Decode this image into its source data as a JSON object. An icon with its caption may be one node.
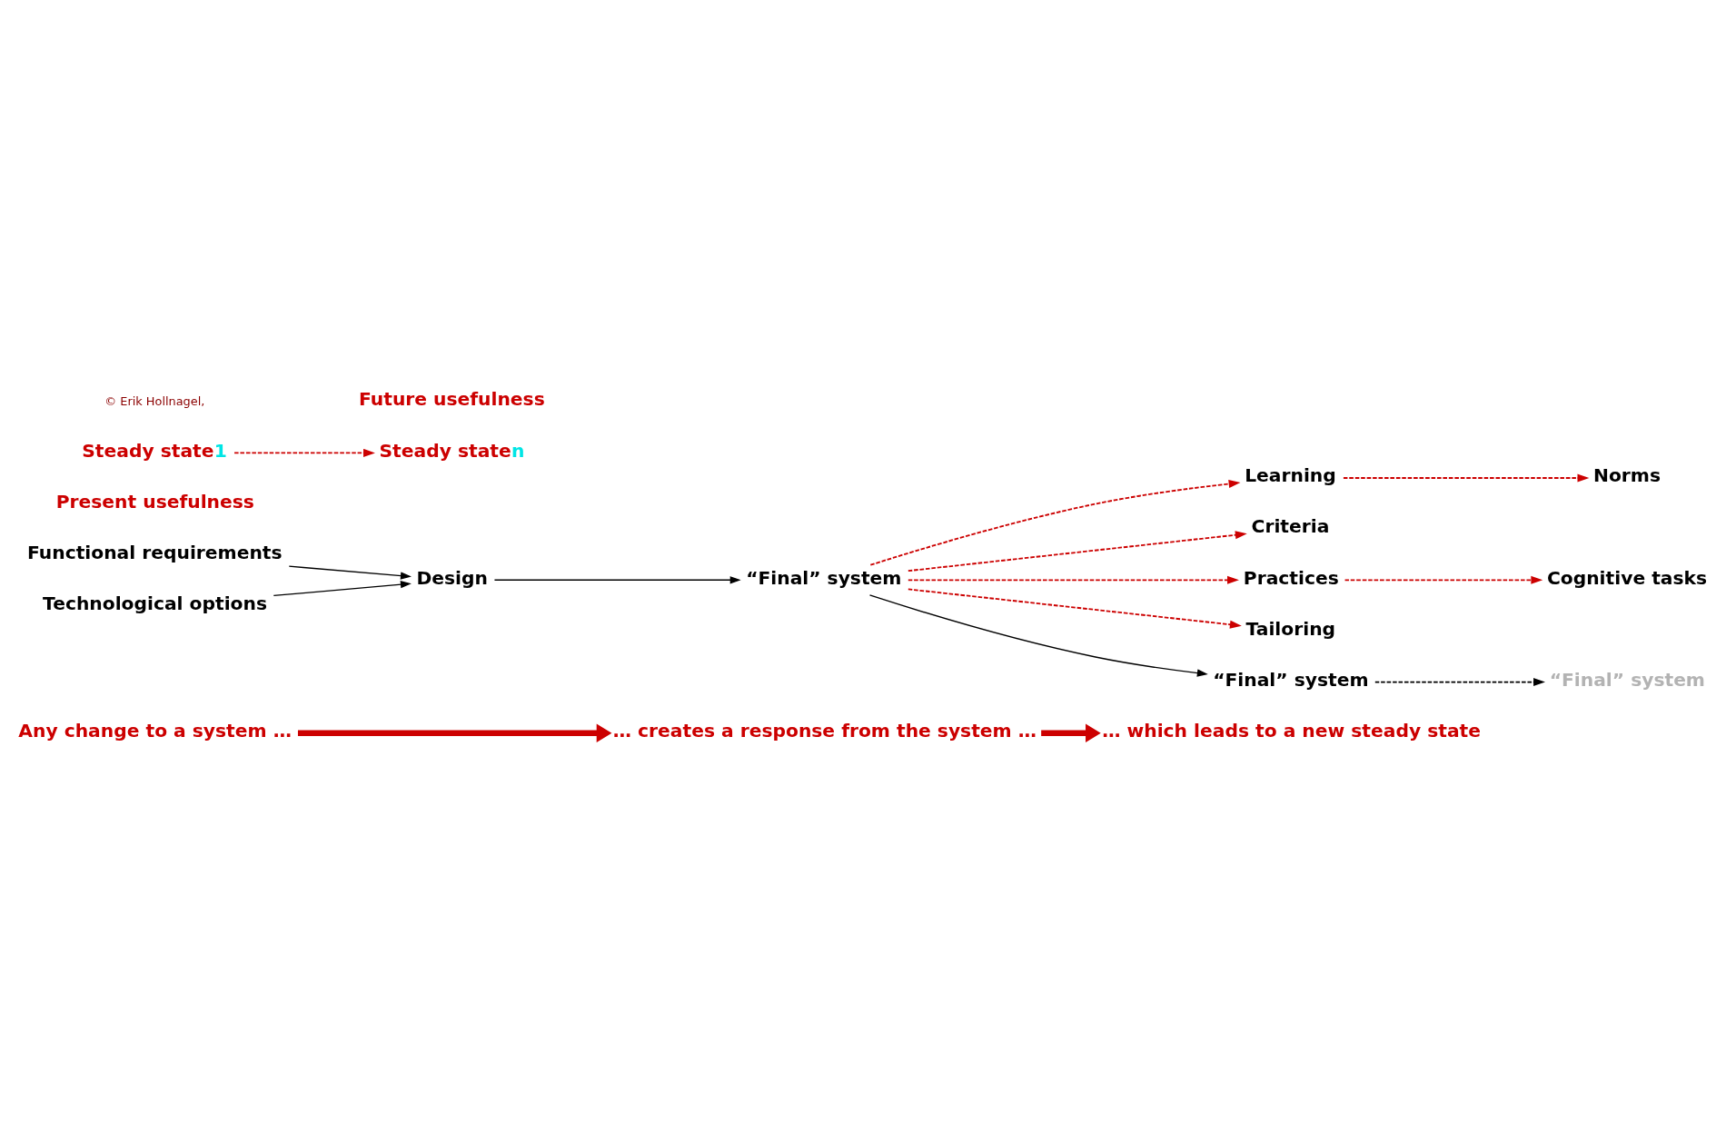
{
  "diagram": {
    "nodes": [
      {
        "text": [
          "Any change to a system …"
        ]
      },
      {
        "text": [
          "… creates a response from the system …"
        ]
      },
      {
        "text": [
          "… which leads to a new steady state"
        ]
      },
      {
        "text": [
          "Functional requirements"
        ]
      },
      {
        "text": [
          "Technological options"
        ]
      },
      {
        "text": [
          "Design"
        ]
      },
      {
        "text": [
          "“Final” system"
        ]
      },
      {
        "text": [
          "Learning"
        ]
      },
      {
        "text": [
          "Norms"
        ]
      },
      {
        "text": [
          "Criteria"
        ]
      },
      {
        "text": [
          "Practices"
        ]
      },
      {
        "text": [
          "Cognitive tasks"
        ]
      },
      {
        "text": [
          "Tailoring"
        ]
      },
      {
        "text": [
          "“Final” system"
        ]
      },
      {
        "text": [
          "“Final” system"
        ]
      },
      {
        "text": [
          "Present usefulness"
        ]
      },
      {
        "text": [
          "Steady state1"
        ]
      },
      {
        "text": [
          "Future usefulness"
        ]
      },
      {
        "text": [
          "Steady staten"
        ]
      }
    ],
    "edges": [
      {
        "from": 0,
        "to": 1,
        "arrow": "to",
        "style": "thick"
      },
      {
        "from": 1,
        "to": 2,
        "arrow": "to",
        "style": "thick"
      },
      {
        "from": 3,
        "to": 5,
        "arrow": "to",
        "color": "#000000"
      },
      {
        "from": 4,
        "to": 5,
        "arrow": "to",
        "color": "#000000"
      },
      {
        "from": 5,
        "to": 6,
        "arrow": "to",
        "color": "#000000"
      },
      {
        "from": 6,
        "to": 13,
        "arrow": "to",
        "color": "#000000"
      },
      {
        "from": 13,
        "to": 14,
        "arrow": "to",
        "style": "dashed",
        "color": "#000000"
      },
      {
        "from": 6,
        "to": 7,
        "arrow": "to",
        "style": "dashed"
      },
      {
        "from": 7,
        "to": 8,
        "arrow": "to",
        "style": "dashed"
      },
      {
        "from": 6,
        "to": 9,
        "arrow": "to",
        "style": "dashed"
      },
      {
        "from": 6,
        "to": 10,
        "arrow": "to",
        "style": "dashed"
      },
      {
        "from": 10,
        "to": 11,
        "arrow": "to",
        "style": "dashed"
      },
      {
        "from": 6,
        "to": 12,
        "arrow": "to",
        "style": "dashed"
      },
      {
        "from": 16,
        "to": 18,
        "arrow": "to",
        "style": "dashed"
      }
    ],
    "labels": [
      "© Erik Hollnagel,"
    ]
  }
}
